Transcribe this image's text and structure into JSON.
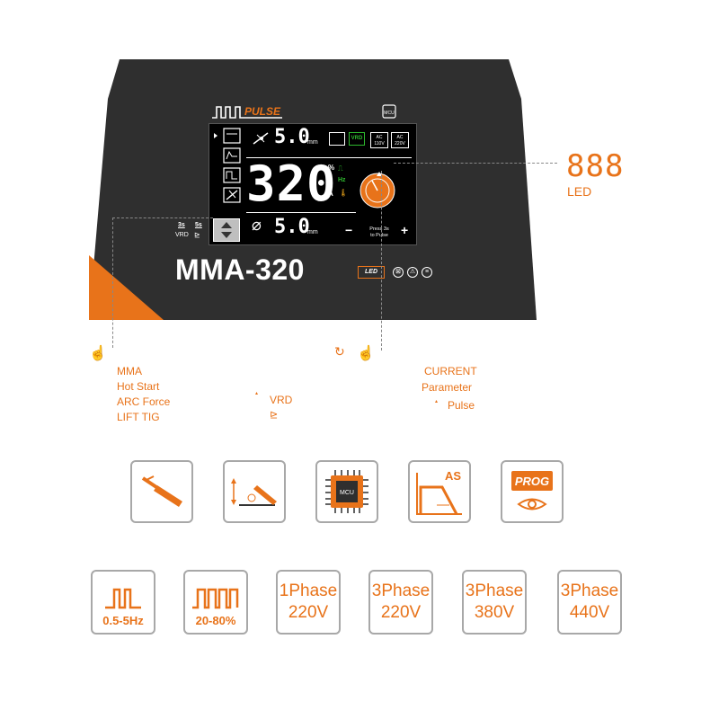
{
  "panel": {
    "model": "MMA-320",
    "pulse_label": "PULSE",
    "mcu_chip": "MCU",
    "led_chip": "LED"
  },
  "display": {
    "top_value": "5.0",
    "top_unit": "mm",
    "main_value": "320",
    "bottom_value": "5.0",
    "bottom_unit": "mm",
    "unit_percent": "%",
    "unit_s": "S",
    "unit_hz": "Hz",
    "unit_a": "A",
    "vrd_badge": "VRD",
    "ac110_top": "AC",
    "ac110_bottom": "110V",
    "ac220_top": "AC",
    "ac220_bottom": "220V",
    "knob_minus": "−",
    "knob_plus": "+",
    "knob_caption_1": "Press 3s",
    "knob_caption_2": "to Pulse",
    "vrd_time": "3s",
    "vrd_label": "VRD",
    "lift_time": "5s"
  },
  "led_callout": {
    "digits": "888",
    "label": "LED"
  },
  "annotations": {
    "left": [
      "MMA",
      "Hot Start",
      "ARC Force",
      "LIFT TIG"
    ],
    "middle": "VRD",
    "right_1": "CURRENT",
    "right_2": "Parameter",
    "right_3": "Pulse"
  },
  "feature_icons": [
    {
      "icon": "electrode-holder-icon"
    },
    {
      "icon": "arc-length-icon"
    },
    {
      "icon": "mcu-chip-icon",
      "text": "MCU"
    },
    {
      "icon": "arc-start-icon",
      "text": "AS"
    },
    {
      "icon": "program-view-icon",
      "text": "PROG"
    }
  ],
  "spec_boxes": [
    {
      "label": "0.5-5Hz"
    },
    {
      "label": "20-80%"
    },
    {
      "line1": "1Phase",
      "line2": "220V"
    },
    {
      "line1": "3Phase",
      "line2": "220V"
    },
    {
      "line1": "3Phase",
      "line2": "380V"
    },
    {
      "line1": "3Phase",
      "line2": "440V"
    }
  ],
  "colors": {
    "accent": "#e8731a",
    "panel": "#2f2f2f",
    "border": "#a8a8a8"
  }
}
